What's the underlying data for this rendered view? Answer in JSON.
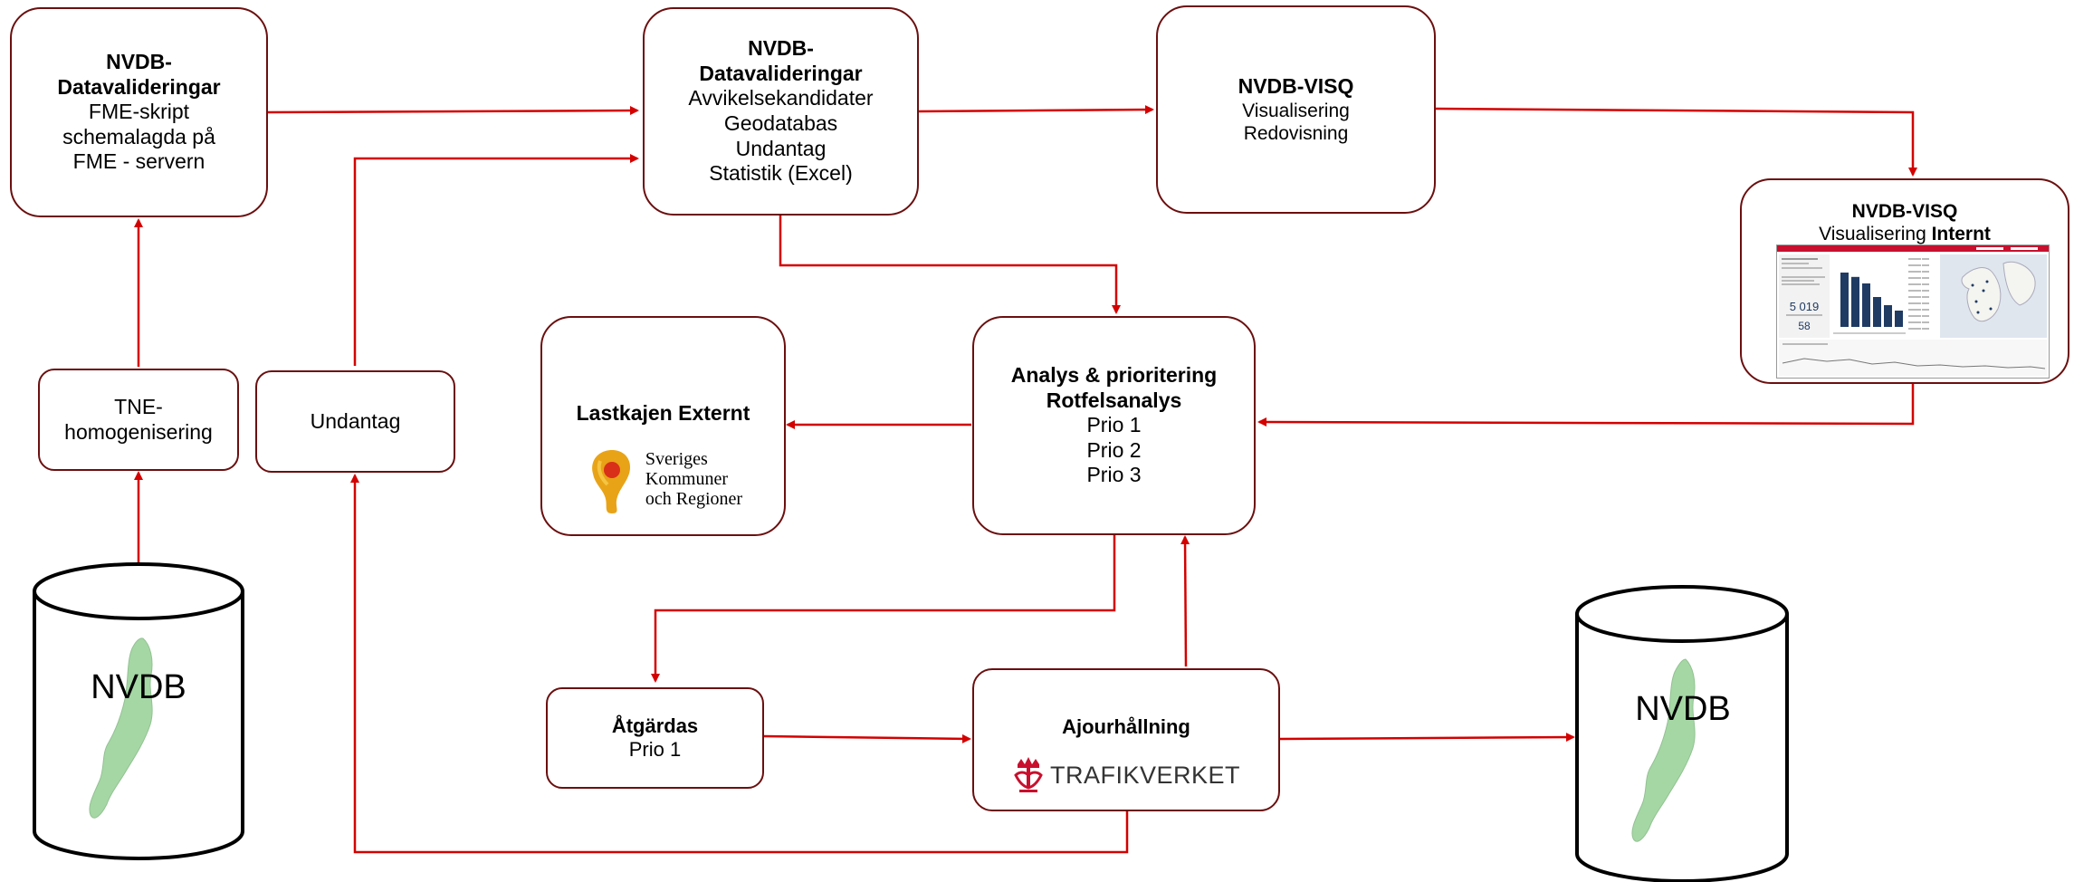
{
  "boxes": {
    "fme": {
      "title": "NVDB-\nDatavalideringar",
      "lines": [
        "FME-skript",
        "schemalagda på",
        "FME - servern"
      ]
    },
    "dataval": {
      "title": "NVDB-\nDatavalideringar",
      "lines": [
        "Avvikelsekandidater",
        "Geodatabas",
        "Undantag",
        "Statistik (Excel)"
      ]
    },
    "visq": {
      "title": "NVDB-VISQ",
      "lines": [
        "Visualisering",
        "Redovisning"
      ]
    },
    "visq_internt": {
      "title": "NVDB-VISQ",
      "line_prefix": "Visualisering ",
      "line_bold": "Internt"
    },
    "tne": {
      "text": "TNE-\nhomogenisering"
    },
    "undantag": {
      "text": "Undantag"
    },
    "lastkajen": {
      "title": "Lastkajen Externt"
    },
    "analys": {
      "title_line1": "Analys & prioritering",
      "title_line2": "Rotfelsanalys",
      "lines": [
        "Prio 1",
        "Prio 2",
        "Prio 3"
      ]
    },
    "atgardas": {
      "title": "Åtgärdas",
      "lines": [
        "Prio 1"
      ]
    },
    "ajour": {
      "title": "Ajourhållning"
    }
  },
  "logos": {
    "skr": {
      "lines": [
        "Sveriges",
        "Kommuner",
        "och Regioner"
      ],
      "color": "#e8a317"
    },
    "trafikverket": {
      "text": "TRAFIKVERKET",
      "color": "#c8102e"
    }
  },
  "databases": {
    "left": {
      "label": "NVDB"
    },
    "right": {
      "label": "NVDB"
    }
  },
  "dashboard": {
    "big_number": "5 019",
    "small_number": "58",
    "bar_values": [
      100,
      92,
      80,
      55,
      40,
      30
    ],
    "header_color": "#c8102e",
    "bar_color": "#1f3b63"
  },
  "colors": {
    "arrow": "#d40000",
    "border": "#6b0f0f"
  }
}
